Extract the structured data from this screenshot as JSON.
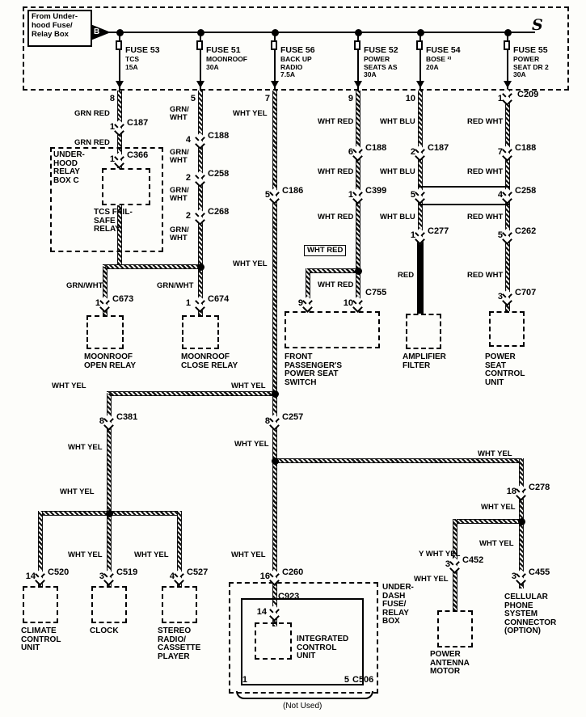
{
  "header": {
    "source": "From Under-\nhood Fuse/\nRelay Box",
    "tag": "B",
    "continuation": "S"
  },
  "fuse_pins": [
    "8",
    "5",
    "7",
    "9",
    "10",
    "1"
  ],
  "fuses": [
    {
      "name": "FUSE 53",
      "desc": "TCS\n15A"
    },
    {
      "name": "FUSE 51",
      "desc": "MOONROOF\n30A"
    },
    {
      "name": "FUSE 56",
      "desc": "BACK UP\nRADIO\n7.5A"
    },
    {
      "name": "FUSE 52",
      "desc": "POWER\nSEATS AS\n30A"
    },
    {
      "name": "FUSE 54",
      "desc": "BOSE ²⁾\n20A"
    },
    {
      "name": "FUSE 55",
      "desc": "POWER\nSEAT DR 2\n30A"
    }
  ],
  "connectors": {
    "c187a": {
      "pin": "1",
      "id": "C187"
    },
    "c366": {
      "pin": "1",
      "id": "C366"
    },
    "c188a": {
      "pin": "4",
      "id": "C188"
    },
    "c258a": {
      "pin": "2",
      "id": "C258"
    },
    "c268": {
      "pin": "2",
      "id": "C268"
    },
    "c673": {
      "pin": "1",
      "id": "C673"
    },
    "c674": {
      "pin": "1",
      "id": "C674"
    },
    "c186": {
      "pin": "5",
      "id": "C186"
    },
    "c188b": {
      "pin": "6",
      "id": "C188"
    },
    "c399": {
      "pin": "1",
      "id": "C399"
    },
    "c755": {
      "pin_left": "9",
      "pin_right": "10",
      "id": "C755"
    },
    "c187b": {
      "pin": "2",
      "id": "C187"
    },
    "c258b": {
      "pin": "5"
    },
    "c277": {
      "pin": "1",
      "id": "C277"
    },
    "c209": {
      "id": "C209"
    },
    "c188c": {
      "pin": "7",
      "id": "C188"
    },
    "c258c": {
      "pin": "4",
      "id": "C258"
    },
    "c262": {
      "pin": "5",
      "id": "C262"
    },
    "c707": {
      "pin": "3",
      "id": "C707"
    },
    "c381": {
      "pin": "8",
      "id": "C381"
    },
    "c257": {
      "pin": "8",
      "id": "C257"
    },
    "c520": {
      "pin": "14",
      "id": "C520"
    },
    "c519": {
      "pin": "3",
      "id": "C519"
    },
    "c527": {
      "pin": "4",
      "id": "C527"
    },
    "c260": {
      "pin": "16",
      "id": "C260"
    },
    "c278": {
      "pin": "18",
      "id": "C278"
    },
    "c452": {
      "pin": "3",
      "id": "C452"
    },
    "c455": {
      "pin": "3",
      "id": "C455"
    },
    "c923": {
      "pin": "14",
      "id": "C923"
    },
    "c506": {
      "pin_left": "1",
      "pin_right": "5",
      "id": "C506"
    }
  },
  "wire_colors": {
    "grn_red": "GRN RED",
    "grn_wht_2line": "GRN/\nWHT",
    "grn_wht": "GRN/WHT",
    "wht_yel": "WHT YEL",
    "wht_red": "WHT RED",
    "wht_blu": "WHT BLU",
    "red_wht": "RED WHT",
    "red": "RED",
    "y_wht_yel": "Y WHT YEL"
  },
  "components": {
    "underhood_relay_box": "UNDER-\nHOOD\nRELAY\nBOX C",
    "tcs_fail_safe_relay": "TCS FAIL-\nSAFE\nRELAY",
    "moonroof_open_relay": "MOONROOF\nOPEN RELAY",
    "moonroof_close_relay": "MOONROOF\nCLOSE RELAY",
    "front_passenger_power_seat_switch": "FRONT\nPASSENGER'S\nPOWER SEAT\nSWITCH",
    "amplifier_filter": "AMPLIFIER\nFILTER",
    "power_seat_control_unit": "POWER\nSEAT\nCONTROL\nUNIT",
    "climate_control_unit": "CLIMATE\nCONTROL\nUNIT",
    "clock": "CLOCK",
    "stereo_radio_cassette_player": "STEREO\nRADIO/\nCASSETTE\nPLAYER",
    "under_dash_fuse_relay_box": "UNDER-\nDASH\nFUSE/\nRELAY\nBOX",
    "integrated_control_unit": "INTEGRATED\nCONTROL\nUNIT",
    "power_antenna_motor": "POWER\nANTENNA\nMOTOR",
    "cellular_phone_connector": "CELLULAR\nPHONE\nSYSTEM\nCONNECTOR\n(OPTION)",
    "not_used": "(Not Used)"
  }
}
